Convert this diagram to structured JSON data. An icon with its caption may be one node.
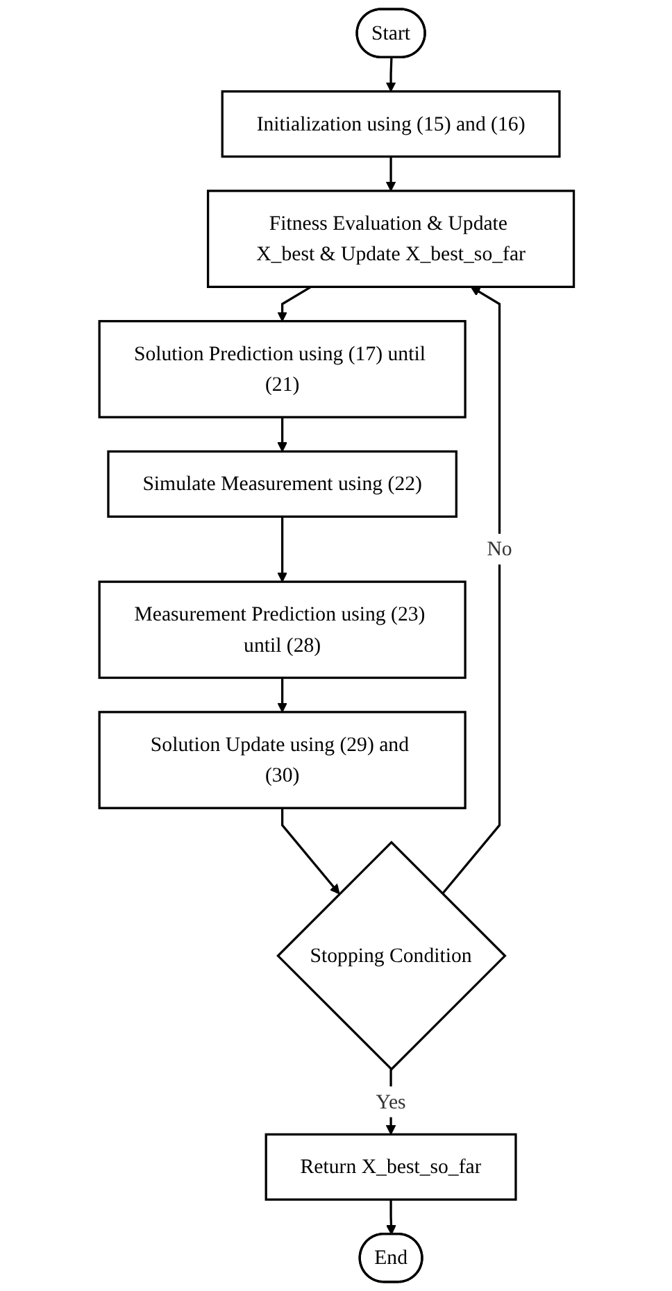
{
  "diagram": {
    "nodes": [
      {
        "text": [
          "Start"
        ]
      },
      {
        "text": [
          "Initialization using (15) and (16)"
        ]
      },
      {
        "text": [
          "Fitness Evaluation & Update X_best & Update X_best_so_far"
        ]
      },
      {
        "text": [
          "Solution Prediction using (17) until (21)"
        ]
      },
      {
        "text": [
          "Simulate Measurement using (22)"
        ]
      },
      {
        "text": [
          "Measurement Prediction using (23) until (28)"
        ]
      },
      {
        "text": [
          "Solution Update using (29) and (30)"
        ]
      },
      {
        "text": [
          "Stopping Condition"
        ]
      },
      {
        "text": [
          "Return X_best_so_far"
        ]
      },
      {
        "text": [
          "End"
        ]
      }
    ],
    "edges": [
      {
        "from": 0,
        "to": 1,
        "arrow": "to"
      },
      {
        "from": 1,
        "to": 2,
        "arrow": "to"
      },
      {
        "from": 2,
        "to": 3,
        "arrow": "to"
      },
      {
        "from": 3,
        "to": 4,
        "arrow": "to"
      },
      {
        "from": 4,
        "to": 5,
        "arrow": "to"
      },
      {
        "from": 5,
        "to": 6,
        "arrow": "to"
      },
      {
        "from": 6,
        "to": 7,
        "arrow": "to"
      },
      {
        "from": 7,
        "to": 2,
        "arrow": "to",
        "label": "No"
      },
      {
        "from": 7,
        "to": 8,
        "arrow": "to",
        "label": "Yes"
      },
      {
        "from": 8,
        "to": 9,
        "arrow": "to"
      }
    ]
  }
}
